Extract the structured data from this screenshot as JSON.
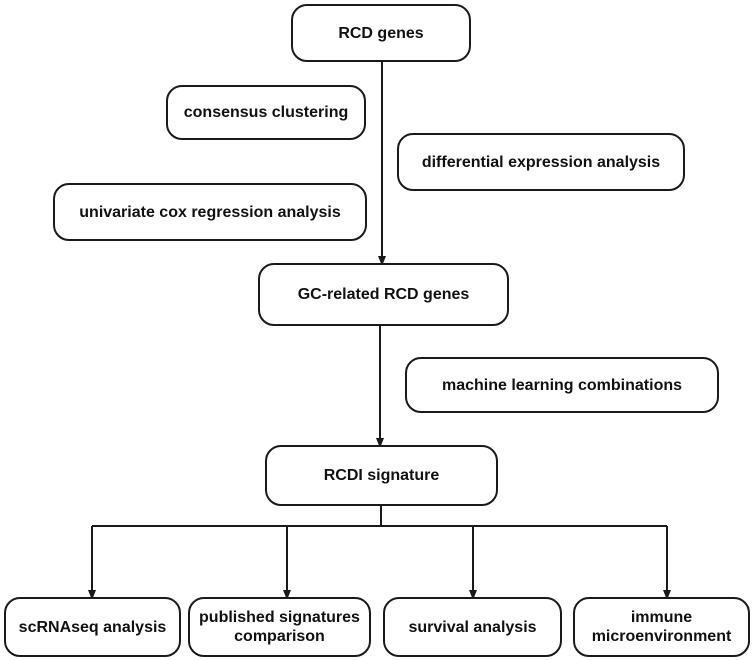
{
  "nodes": {
    "rcd_genes": "RCD genes",
    "consensus_clustering": "consensus clustering",
    "differential_expression": "differential expression analysis",
    "univariate_cox": "univariate cox regression analysis",
    "gc_related": "GC-related RCD genes",
    "machine_learning": "machine learning combinations",
    "rcdi_signature": "RCDI signature",
    "scrnaseq": "scRNAseq analysis",
    "published_signatures": "published signatures\ncomparison",
    "survival": "survival analysis",
    "immune": "immune\nmicroenvironment"
  },
  "colors": {
    "stroke": "#1a1a1a",
    "text": "#111111",
    "background": "#ffffff"
  }
}
